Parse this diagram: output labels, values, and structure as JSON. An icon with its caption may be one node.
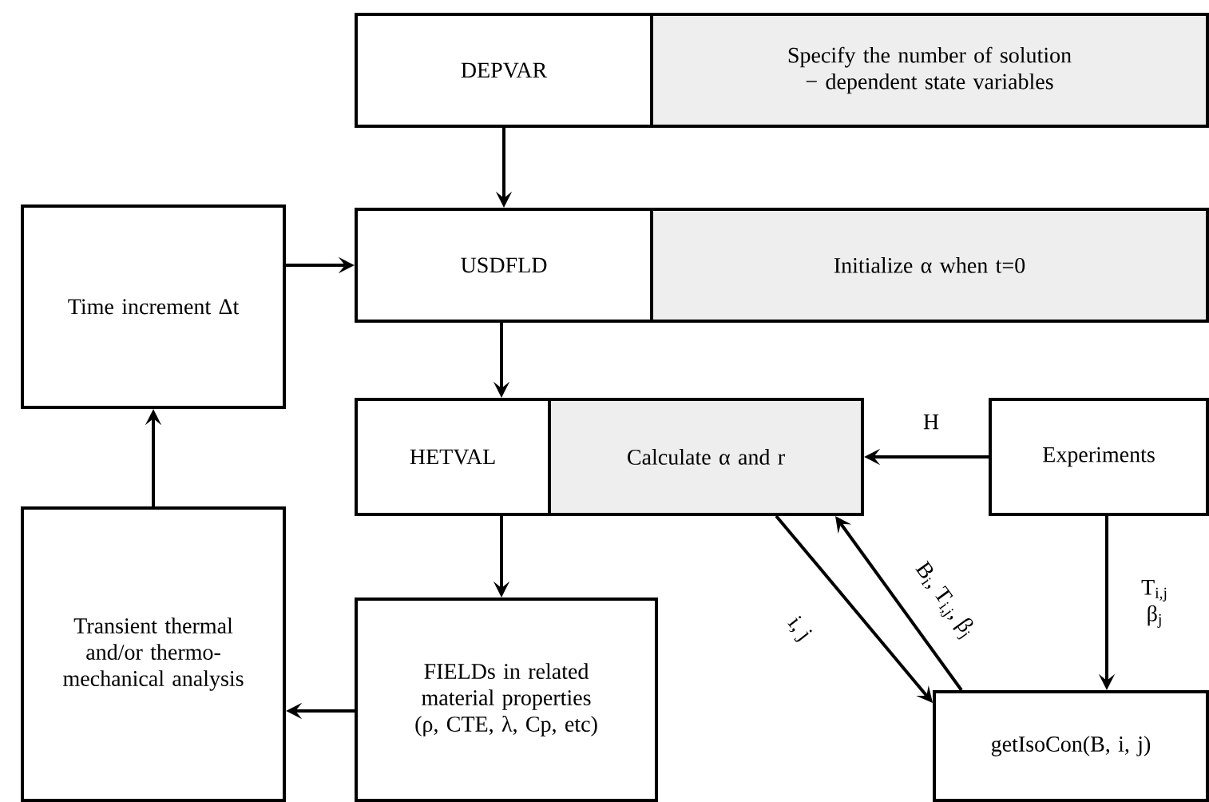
{
  "diagram": {
    "nodes": [
      {
        "text": [
          "DEPVAR"
        ]
      },
      {
        "text": [
          "Specify the number of solution − dependent state variables"
        ]
      },
      {
        "text": [
          "USDFLD"
        ]
      },
      {
        "text": [
          "Initialize α when t=0"
        ]
      },
      {
        "text": [
          "Time increment Δt"
        ]
      },
      {
        "text": [
          "HETVAL"
        ]
      },
      {
        "text": [
          "Calculate α and r"
        ]
      },
      {
        "text": [
          "Experiments"
        ]
      },
      {
        "text": [
          "FIELDs in related material properties (ρ, CTE, λ, Cp, etc)"
        ]
      },
      {
        "text": [
          "Transient thermal and/or thermo-mechanical analysis"
        ]
      },
      {
        "text": [
          "getIsoCon(B, i, j)"
        ]
      }
    ],
    "edges": [
      {
        "from": 0,
        "to": 2,
        "arrow": "to"
      },
      {
        "from": 4,
        "to": 2,
        "arrow": "to"
      },
      {
        "from": 2,
        "to": 5,
        "arrow": "to"
      },
      {
        "from": 7,
        "to": 6,
        "arrow": "to",
        "label": "H"
      },
      {
        "from": 6,
        "to": 10,
        "arrow": "to",
        "label": "i, j"
      },
      {
        "from": 10,
        "to": 6,
        "arrow": "to",
        "label": "B$_{i}$, T$_{i,j}$, β$_{j}$"
      },
      {
        "from": 7,
        "to": 10,
        "arrow": "to",
        "label": "T$_{i,j}$ β$_{j}$"
      },
      {
        "from": 5,
        "to": 8,
        "arrow": "to"
      },
      {
        "from": 8,
        "to": 9,
        "arrow": "to"
      },
      {
        "from": 9,
        "to": 4,
        "arrow": "to"
      }
    ]
  }
}
